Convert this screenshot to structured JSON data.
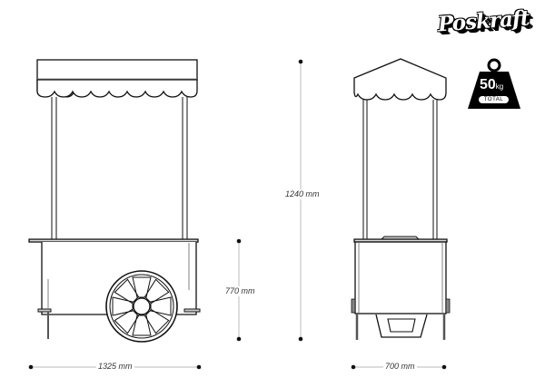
{
  "brand": {
    "logo_text": "Poskraft"
  },
  "weight_badge": {
    "icon": "kettlebell-weight-icon",
    "value": "50",
    "unit": "kg",
    "label": "TOTAL"
  },
  "views": {
    "side_view": {
      "name": "cart-side-view"
    },
    "front_view": {
      "name": "cart-front-view"
    }
  },
  "dimensions": {
    "side_width": "1325 mm",
    "front_width": "700 mm",
    "counter_height": "770 mm",
    "total_height": "1240 mm"
  },
  "colors": {
    "line": "#111111",
    "dimension_line": "#c8c8c8",
    "background": "#ffffff"
  }
}
